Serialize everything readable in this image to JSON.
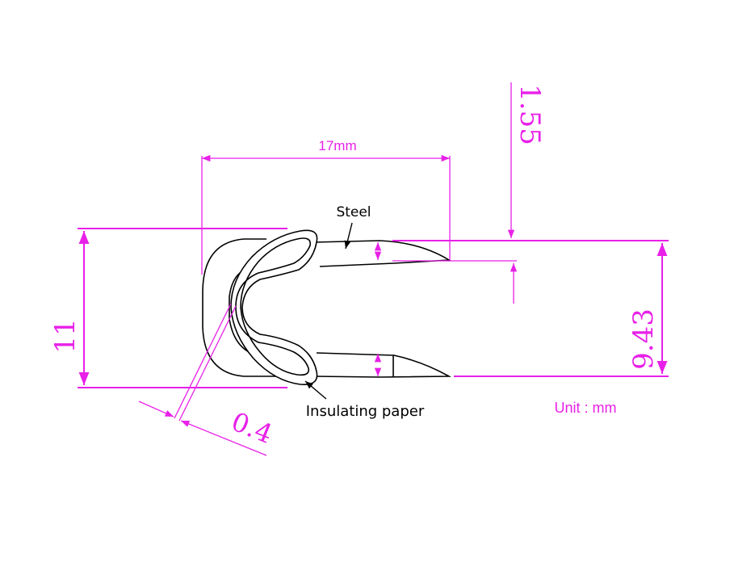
{
  "labels": {
    "steel": "Steel",
    "insulating_paper": "Insulating paper",
    "unit": "Unit : mm"
  },
  "dimensions": {
    "width_label": "17mm",
    "height_label": "11",
    "inner_height_label": "9.43",
    "wire_thickness_label": "1.55",
    "paper_thickness_label": "0.4"
  },
  "colors": {
    "dimension": "#e820e8",
    "part": "#000000",
    "background": "#ffffff"
  }
}
